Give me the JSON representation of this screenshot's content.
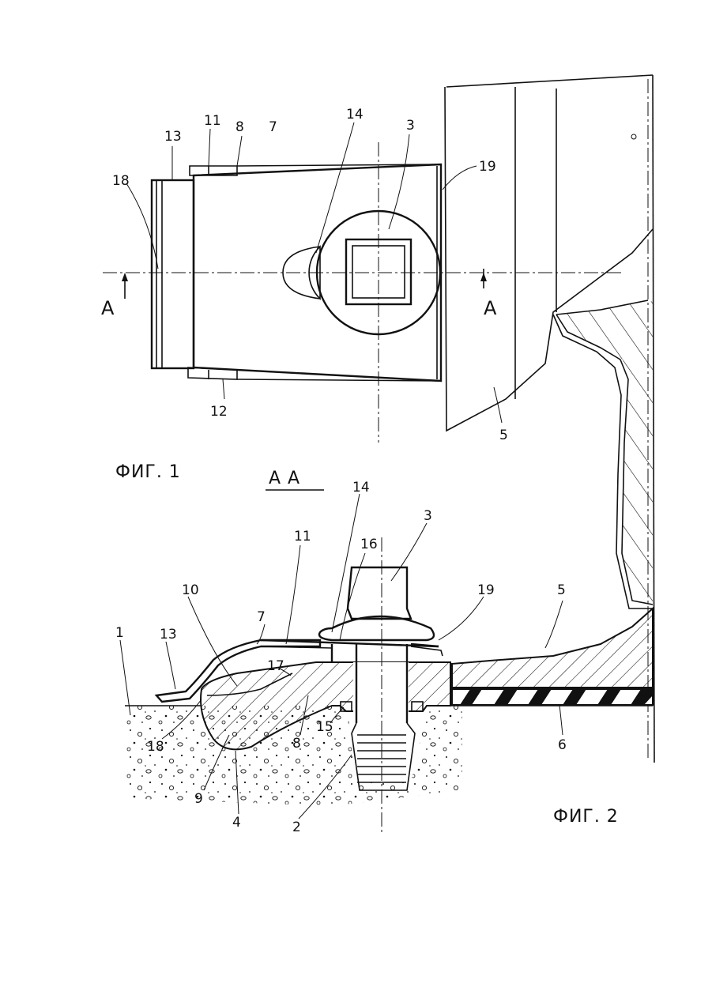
{
  "figures": {
    "fig1": {
      "caption": "ФИГ. 1",
      "section_marks": [
        "A",
        "A"
      ],
      "labels": [
        "13",
        "11",
        "8",
        "7",
        "14",
        "3",
        "19",
        "18",
        "12",
        "5"
      ]
    },
    "fig2": {
      "caption": "ФИГ. 2",
      "section_title": "A A",
      "labels": [
        "14",
        "3",
        "16",
        "11",
        "10",
        "7",
        "19",
        "5",
        "1",
        "13",
        "17",
        "6",
        "8",
        "15",
        "18",
        "9",
        "4",
        "2"
      ]
    }
  },
  "colors": {
    "ink": "#111111",
    "paper": "#ffffff"
  }
}
